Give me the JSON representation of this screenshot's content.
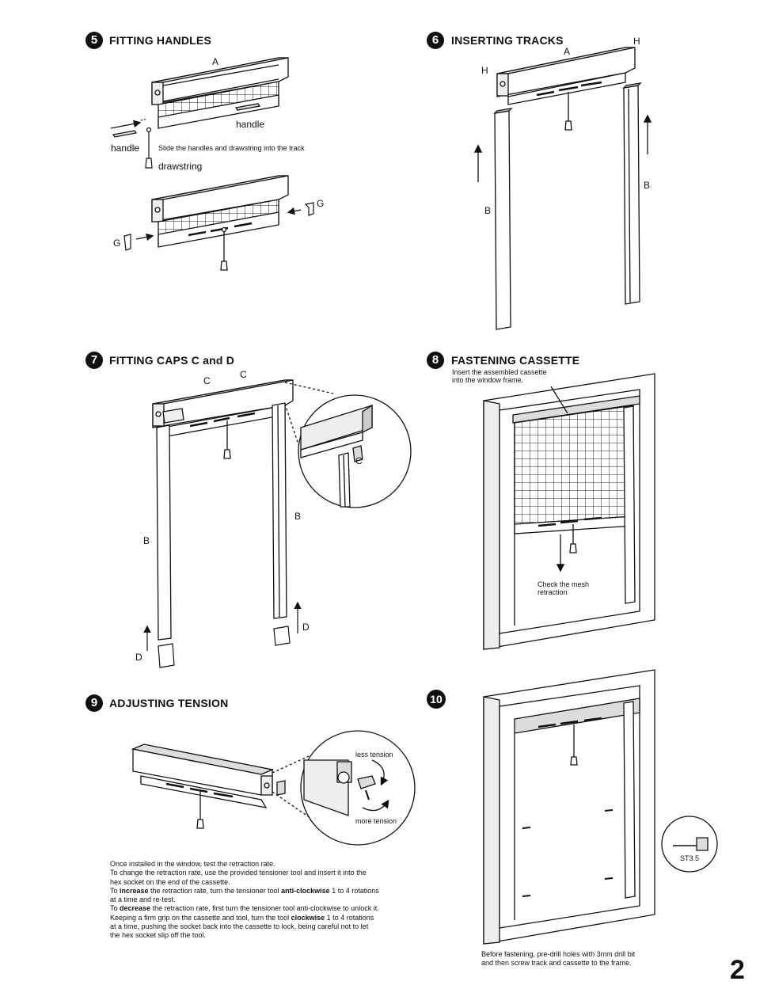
{
  "page_number": "2",
  "steps": [
    {
      "number": "5",
      "title": "FITTING HANDLES"
    },
    {
      "number": "6",
      "title": "INSERTING TRACKS"
    },
    {
      "number": "7",
      "title": "FITTING CAPS C and D"
    },
    {
      "number": "8",
      "title": "FASTENING CASSETTE"
    },
    {
      "number": "9",
      "title": "ADJUSTING TENSION"
    },
    {
      "number": "10",
      "title": ""
    }
  ],
  "step5": {
    "label_a": "A",
    "label_handle_right": "handle",
    "label_handle_left": "handle",
    "instruction": "Slide the handles and drawstring into the track",
    "label_drawstring": "drawstring",
    "label_g_right": "G",
    "label_g_left": "G"
  },
  "step6": {
    "label_a": "A",
    "label_h_left": "H",
    "label_h_right": "H",
    "label_b_left": "B",
    "label_b_right": "B"
  },
  "step7": {
    "label_c1": "C",
    "label_c2": "C",
    "label_c_zoom": "C",
    "label_b_left": "B",
    "label_b_right": "B",
    "label_d_left": "D",
    "label_d_right": "D"
  },
  "step8": {
    "instruction_line1": "Insert the assembled cassette",
    "instruction_line2": "into the window frame.",
    "check_line1": "Check the mesh",
    "check_line2": "retraction"
  },
  "step9": {
    "less_tension": "less tension",
    "more_tension": "more tension",
    "p1": "Once installed in the window, test the retraction rate.",
    "p2": "To change the retraction rate, use the provided tensioner tool and insert it into the hex socket on the end of the cassette.",
    "p3_pre": "To ",
    "p3_bold1": "increase",
    "p3_mid": " the retraction rate, turn the tensioner tool ",
    "p3_bold2": "anti-clockwise",
    "p3_post": " 1 to 4 rotations at a time and re-test.",
    "p4_pre": "To ",
    "p4_bold1": "decrease",
    "p4_mid": " the retraction rate, first turn the tensioner tool anti-clockwise to unlock it. Keeping a firm grip on the cassette and tool, turn the tool ",
    "p4_bold2": "clockwise",
    "p4_post": " 1 to 4 rotations at a time, pushing the socket back into the cassette to lock, being careful not to let the hex socket slip off the tool."
  },
  "step10": {
    "screw_label": "ST3.5",
    "note_line1": "Before fastening, pre-drill holes with 3mm drill bit",
    "note_line2": "and then screw track and cassette to the frame."
  },
  "icons": [
    "handle-icon",
    "drawstring-weight-icon",
    "cap-g-icon",
    "cap-d-icon",
    "tensioner-tool-icon",
    "screw-icon",
    "rotation-arrow-icon"
  ]
}
